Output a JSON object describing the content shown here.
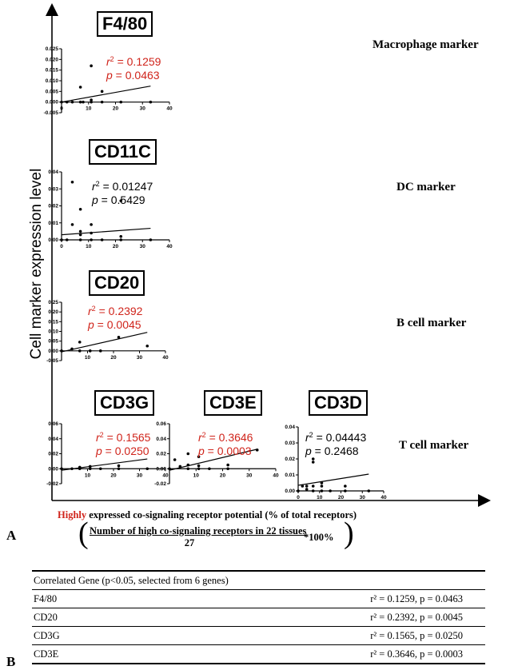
{
  "figure": {
    "y_axis_label": "Cell marker expression level",
    "x_axis_label_highlight": "Highly",
    "x_axis_label_rest": " expressed co-signaling receptor potential (% of total receptors)",
    "formula_numerator": "Number of high co-signaling receptors in 22 tissues",
    "formula_denominator": "27",
    "formula_multiplier": "*100%",
    "panel_a_label": "A",
    "panel_b_label": "B",
    "markers": {
      "macrophage": "Macrophage marker",
      "dc": "DC marker",
      "bcell": "B cell marker",
      "tcell": "T cell marker"
    },
    "colors": {
      "significant": "#d0241b",
      "not_significant": "#000000"
    }
  },
  "chart_data": [
    {
      "type": "scatter",
      "title": "F4/80",
      "r2": "0.1259",
      "p": "0.0463",
      "significant": true,
      "xlim": [
        0,
        40
      ],
      "ylim": [
        -0.005,
        0.025
      ],
      "xticks": [
        "0",
        "10",
        "20",
        "30",
        "40"
      ],
      "yticks": [
        "-0.005",
        "0.000",
        "0.005",
        "0.010",
        "0.015",
        "0.020",
        "0.025"
      ],
      "ytick_values": [
        -0.005,
        0,
        0.005,
        0.01,
        0.015,
        0.02,
        0.025
      ],
      "points": [
        [
          0,
          0
        ],
        [
          2,
          0
        ],
        [
          4,
          0
        ],
        [
          7,
          0.007
        ],
        [
          7,
          0
        ],
        [
          8,
          0
        ],
        [
          11,
          0.017
        ],
        [
          11,
          0.001
        ],
        [
          11,
          0
        ],
        [
          15,
          0.005
        ],
        [
          15,
          0
        ],
        [
          22,
          0
        ],
        [
          33,
          0
        ]
      ],
      "fit": [
        [
          0,
          0
        ],
        [
          33,
          0.0075
        ]
      ]
    },
    {
      "type": "scatter",
      "title": "CD11C",
      "r2": "0.01247",
      "p": "0.5429",
      "significant": false,
      "xlim": [
        0,
        40
      ],
      "ylim": [
        0,
        0.04
      ],
      "xticks": [
        "0",
        "10",
        "20",
        "30",
        "40"
      ],
      "yticks": [
        "0.00",
        "0.01",
        "0.02",
        "0.03",
        "0.04"
      ],
      "ytick_values": [
        0,
        0.01,
        0.02,
        0.03,
        0.04
      ],
      "points": [
        [
          0,
          0
        ],
        [
          2,
          0
        ],
        [
          4,
          0.034
        ],
        [
          4,
          0.009
        ],
        [
          7,
          0.018
        ],
        [
          7,
          0.005
        ],
        [
          7,
          0.003
        ],
        [
          7,
          0
        ],
        [
          11,
          0.009
        ],
        [
          11,
          0.004
        ],
        [
          11,
          0
        ],
        [
          15,
          0
        ],
        [
          22,
          0.023
        ],
        [
          22,
          0.002
        ],
        [
          22,
          0
        ],
        [
          33,
          0
        ]
      ],
      "fit": [
        [
          0,
          0.003
        ],
        [
          33,
          0.0068
        ]
      ]
    },
    {
      "type": "scatter",
      "title": "CD20",
      "r2": "0.2392",
      "p": "0.0045",
      "significant": true,
      "xlim": [
        0,
        40
      ],
      "ylim": [
        -0.05,
        0.25
      ],
      "xticks": [
        "10",
        "20",
        "30",
        "40"
      ],
      "yticks": [
        "-0.05",
        "0.00",
        "0.05",
        "0.10",
        "0.15",
        "0.20",
        "0.25"
      ],
      "ytick_values": [
        -0.05,
        0,
        0.05,
        0.1,
        0.15,
        0.2,
        0.25
      ],
      "points": [
        [
          0,
          0
        ],
        [
          4,
          0.01
        ],
        [
          7,
          0.045
        ],
        [
          7,
          0
        ],
        [
          11,
          0
        ],
        [
          15,
          0
        ],
        [
          22,
          0.07
        ],
        [
          33,
          0.025
        ]
      ],
      "fit": [
        [
          0,
          -0.005
        ],
        [
          33,
          0.095
        ]
      ]
    },
    {
      "type": "scatter",
      "title": "CD3G",
      "r2": "0.1565",
      "p": "0.0250",
      "significant": true,
      "xlim": [
        0,
        40
      ],
      "ylim": [
        -0.02,
        0.06
      ],
      "xticks": [
        "10",
        "20",
        "30",
        "40"
      ],
      "yticks": [
        "-0.02",
        "0.00",
        "0.02",
        "0.04",
        "0.06"
      ],
      "ytick_values": [
        -0.02,
        0,
        0.02,
        0.04,
        0.06
      ],
      "points": [
        [
          0,
          0
        ],
        [
          4,
          0
        ],
        [
          7,
          0.002
        ],
        [
          7,
          0
        ],
        [
          11,
          0.003
        ],
        [
          11,
          0
        ],
        [
          15,
          0
        ],
        [
          22,
          0.004
        ],
        [
          22,
          0
        ],
        [
          33,
          0
        ]
      ],
      "fit": [
        [
          0,
          -0.002
        ],
        [
          33,
          0.013
        ]
      ]
    },
    {
      "type": "scatter",
      "title": "CD3E",
      "r2": "0.3646",
      "p": "0.0003",
      "significant": true,
      "xlim": [
        0,
        40
      ],
      "ylim": [
        -0.02,
        0.06
      ],
      "xticks": [
        "10",
        "20",
        "30",
        "40"
      ],
      "yticks": [
        "-0.02",
        "0.00",
        "0.02",
        "0.04",
        "0.06"
      ],
      "ytick_values": [
        -0.02,
        0,
        0.02,
        0.04,
        0.06
      ],
      "points": [
        [
          0,
          0
        ],
        [
          2,
          0.012
        ],
        [
          4,
          0.003
        ],
        [
          7,
          0.02
        ],
        [
          7,
          0.005
        ],
        [
          7,
          0
        ],
        [
          11,
          0.016
        ],
        [
          11,
          0.004
        ],
        [
          11,
          0
        ],
        [
          15,
          0
        ],
        [
          22,
          0.005
        ],
        [
          22,
          0
        ],
        [
          33,
          0.025
        ]
      ],
      "fit": [
        [
          0,
          -0.002
        ],
        [
          33,
          0.026
        ]
      ]
    },
    {
      "type": "scatter",
      "title": "CD3D",
      "r2": "0.04443",
      "p": "0.2468",
      "significant": false,
      "xlim": [
        0,
        40
      ],
      "ylim": [
        0,
        0.04
      ],
      "xticks": [
        "0",
        "10",
        "20",
        "30",
        "40"
      ],
      "yticks": [
        "0.00",
        "0.01",
        "0.02",
        "0.03",
        "0.04"
      ],
      "ytick_values": [
        0,
        0.01,
        0.02,
        0.03,
        0.04
      ],
      "points": [
        [
          0,
          0
        ],
        [
          2,
          0.003
        ],
        [
          4,
          0.003
        ],
        [
          4,
          0.001
        ],
        [
          7,
          0.02
        ],
        [
          7,
          0.018
        ],
        [
          7,
          0.003
        ],
        [
          7,
          0
        ],
        [
          11,
          0.005
        ],
        [
          11,
          0.003
        ],
        [
          11,
          0
        ],
        [
          15,
          0
        ],
        [
          22,
          0.003
        ],
        [
          22,
          0
        ],
        [
          33,
          0
        ]
      ],
      "fit": [
        [
          0,
          0.0035
        ],
        [
          33,
          0.0105
        ]
      ]
    }
  ],
  "table": {
    "header": "Correlated Gene  (p<0.05, selected from 6 genes)",
    "rows": [
      {
        "gene": "F4/80",
        "value": "r² = 0.1259, p = 0.0463"
      },
      {
        "gene": "CD20",
        "value": "r² = 0.2392, p = 0.0045"
      },
      {
        "gene": "CD3G",
        "value": "r² = 0.1565, p = 0.0250"
      },
      {
        "gene": "CD3E",
        "value": "r² = 0.3646, p = 0.0003"
      }
    ]
  }
}
